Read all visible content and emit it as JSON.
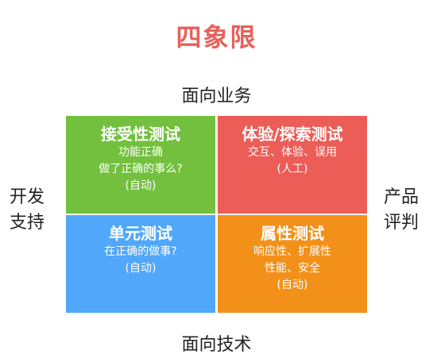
{
  "title": "四象限",
  "axes": {
    "top": "面向业务",
    "bottom": "面向技术",
    "left": [
      "开发",
      "支持"
    ],
    "right": [
      "产品",
      "评判"
    ]
  },
  "quadrants": {
    "top_left": {
      "title": "接受性测试",
      "lines": [
        "功能正确",
        "做了正确的事么?",
        "(自动)"
      ],
      "color": "#72c03e"
    },
    "top_right": {
      "title": "体验/探索测试",
      "lines": [
        "交互、体验、误用",
        "(人工)"
      ],
      "color": "#ec5d57"
    },
    "bottom_left": {
      "title": "单元测试",
      "lines": [
        "在正确的做事?",
        "(自动)"
      ],
      "color": "#51a7f9"
    },
    "bottom_right": {
      "title": "属性测试",
      "lines": [
        "响应性、扩展性",
        "性能、安全",
        "(自动)"
      ],
      "color": "#f39019"
    }
  },
  "colors": {
    "title": "#e8605a",
    "text": "#222222"
  }
}
